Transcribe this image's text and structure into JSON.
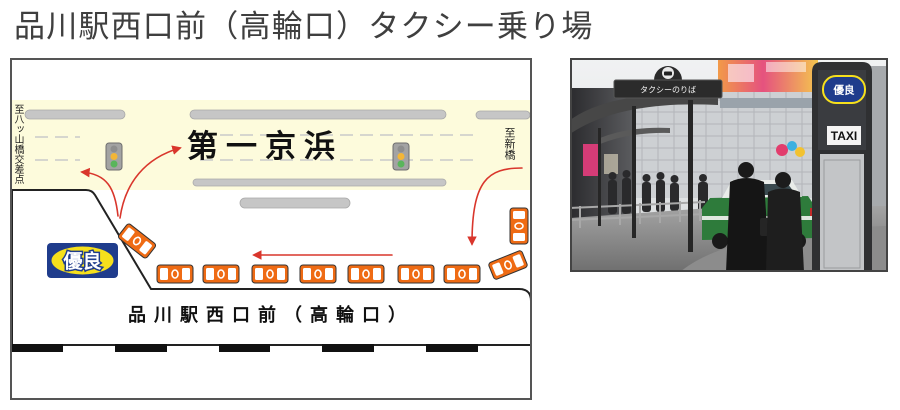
{
  "page": {
    "title": "品川駅西口前（高輪口）タクシー乗り場"
  },
  "map": {
    "road_name": "第一京浜",
    "left_direction": "至八ッ山橋交差点",
    "right_direction": "至新橋",
    "station_label": "品川駅西口前（高輪口）",
    "badge": "優良"
  },
  "photo": {
    "stand_sign": "タクシーのりば",
    "pole_badge": "優良",
    "pole_sign": "TAXI"
  },
  "colors": {
    "arrow_red": "#d9362c",
    "road_yellow": "#fdfbdc",
    "taxi_orange": "#ef6b14",
    "badge_blue": "#1f3c8c",
    "badge_yellow": "#f6e01c"
  }
}
